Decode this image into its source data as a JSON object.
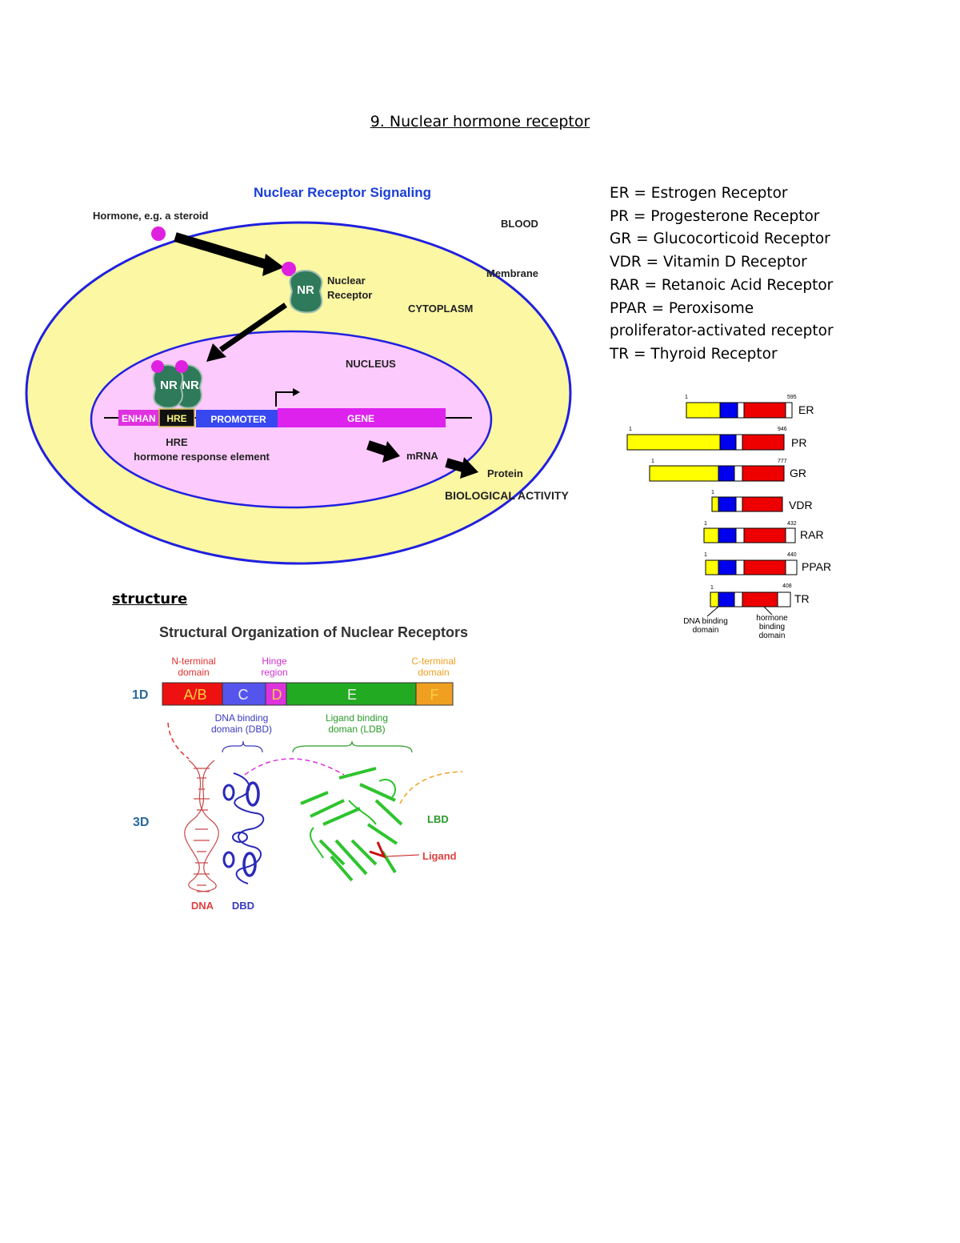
{
  "page_title": "9. Nuclear hormone receptor",
  "abbreviations": [
    "ER = Estrogen Receptor",
    "PR = Progesterone Receptor",
    "GR = Glucocorticoid Receptor",
    "VDR = Vitamin D Receptor",
    "RAR = Retanoic Acid Receptor",
    "PPAR = Peroxisome",
    "proliferator-activated receptor",
    "TR = Thyroid Receptor"
  ],
  "signaling": {
    "title": "Nuclear Receptor Signaling",
    "hormone_label": "Hormone, e.g. a steroid",
    "blood": "BLOOD",
    "membrane": "Membrane",
    "nr": "NR",
    "nr_label_1": "Nuclear",
    "nr_label_2": "Receptor",
    "cytoplasm": "CYTOPLASM",
    "nucleus": "NUCLEUS",
    "nr_dimer_left": "NR",
    "nr_dimer_right": "NR",
    "enhancer": "ENHAN",
    "hre": "HRE",
    "promoter": "PROMOTER",
    "gene": "GENE",
    "hre_caption": "HRE",
    "hre_full": "hormone response element",
    "mrna": "mRNA",
    "protein": "Protein",
    "biological_activity": "BIOLOGICAL ACTIVITY",
    "colors": {
      "cell": "#fbf7a3",
      "nucleus": "#fccafc",
      "membrane": "#2020e0",
      "nr": "#2f7a5a",
      "hormone": "#e020e0"
    }
  },
  "domain_map": {
    "rows": [
      {
        "name": "ER",
        "start": "1",
        "end": "595"
      },
      {
        "name": "PR",
        "start": "1",
        "end": "946"
      },
      {
        "name": "GR",
        "start": "1",
        "end": "777"
      },
      {
        "name": "VDR",
        "start": "1",
        "end": ""
      },
      {
        "name": "RAR",
        "start": "1",
        "end": "432"
      },
      {
        "name": "PPAR",
        "start": "1",
        "end": "440"
      },
      {
        "name": "TR",
        "start": "1",
        "end": "408"
      }
    ],
    "dna_binding_label": "DNA binding domain",
    "hormone_binding_label": "hormone binding domain"
  },
  "structure_label": "structure",
  "structural": {
    "title": "Structural Organization of Nuclear Receptors",
    "n_terminal": "N-terminal domain",
    "hinge": "Hinge region",
    "c_terminal": "C-terminal domain",
    "row_1d": "1D",
    "row_3d": "3D",
    "segments": [
      "A/B",
      "C",
      "D",
      "E",
      "F"
    ],
    "dbd_label": "DNA binding domain (DBD)",
    "lbd_label": "Ligand binding domain (LDB)",
    "lbd": "LBD",
    "ligand": "Ligand",
    "dna": "DNA",
    "dbd": "DBD"
  }
}
